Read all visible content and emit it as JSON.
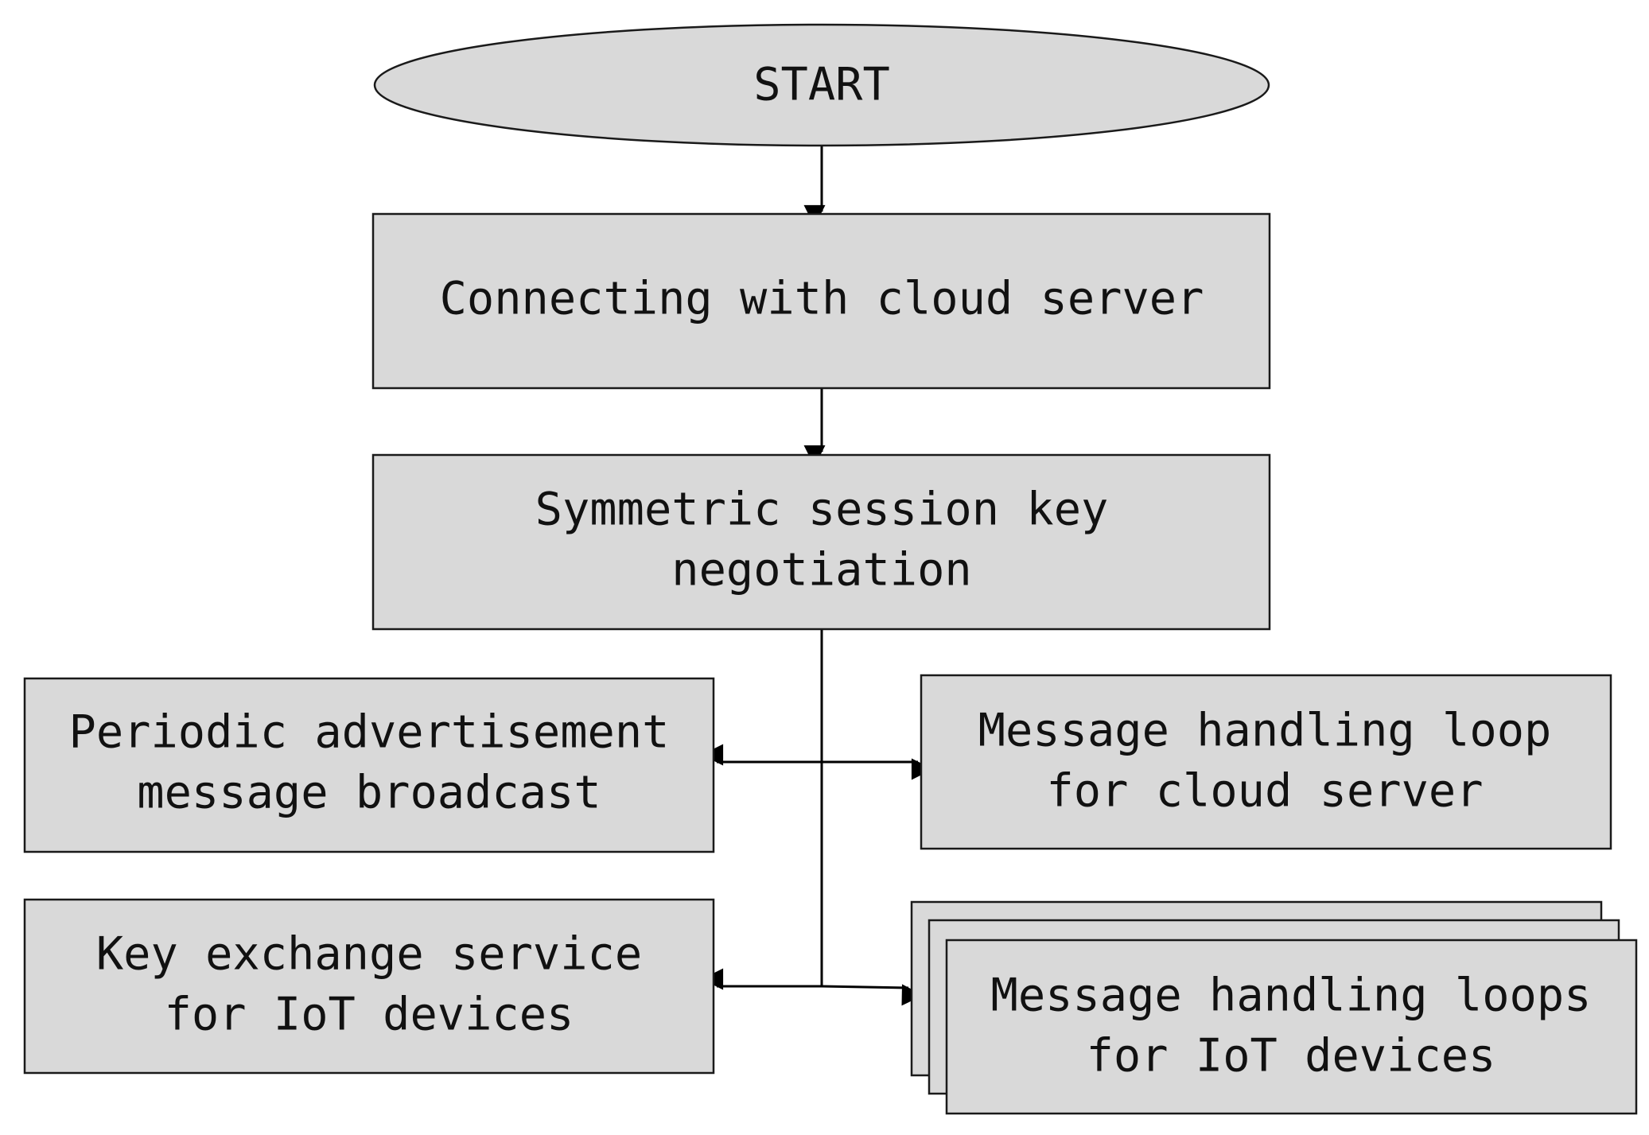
{
  "diagram": {
    "type": "flowchart",
    "colors": {
      "node_fill": "#d9d9d9",
      "node_stroke": "#1a1a1a",
      "edge": "#000000",
      "text": "#111111"
    },
    "nodes": {
      "start": {
        "shape": "ellipse",
        "lines": [
          "START"
        ]
      },
      "connect": {
        "shape": "rectangle",
        "lines": [
          "Connecting with cloud server"
        ]
      },
      "negotiation": {
        "shape": "rectangle",
        "lines": [
          "Symmetric session key",
          "negotiation"
        ]
      },
      "advertisement": {
        "shape": "rectangle",
        "lines": [
          "Periodic advertisement",
          "message broadcast"
        ]
      },
      "cloud_loop": {
        "shape": "rectangle",
        "lines": [
          "Message handling loop",
          "for cloud server"
        ]
      },
      "key_exchange": {
        "shape": "rectangle",
        "lines": [
          "Key exchange service",
          "for IoT devices"
        ]
      },
      "iot_loops": {
        "shape": "stacked-rectangles",
        "lines": [
          "Message handling loops",
          "for IoT devices"
        ]
      }
    },
    "edges": [
      {
        "from": "start",
        "to": "connect"
      },
      {
        "from": "connect",
        "to": "negotiation"
      },
      {
        "from": "negotiation",
        "to": "advertisement"
      },
      {
        "from": "negotiation",
        "to": "cloud_loop"
      },
      {
        "from": "negotiation",
        "to": "key_exchange"
      },
      {
        "from": "negotiation",
        "to": "iot_loops"
      }
    ]
  }
}
